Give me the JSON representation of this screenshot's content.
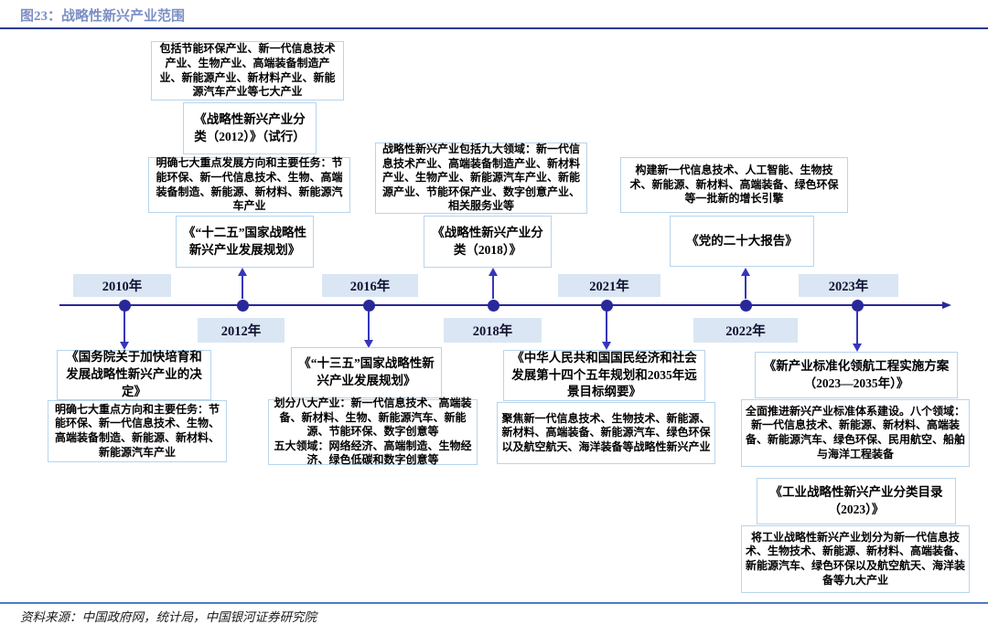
{
  "header": {
    "title": "图23：战略性新兴产业范围"
  },
  "footer": {
    "source": "资料来源：中国政府网，统计局，中国银河证券研究院"
  },
  "colors": {
    "header_rule": "#2b3990",
    "footer_rule": "#4c7cc0",
    "title_text": "#7c8fc5",
    "timeline": "#28289a",
    "arrow": "#3636bb",
    "year_label_bg": "#dae6f3",
    "box_border": "#b8d4ec"
  },
  "timeline": {
    "years": [
      {
        "label": "2010年",
        "side": "above"
      },
      {
        "label": "2012年",
        "side": "below"
      },
      {
        "label": "2016年",
        "side": "above"
      },
      {
        "label": "2018年",
        "side": "below"
      },
      {
        "label": "2021年",
        "side": "above"
      },
      {
        "label": "2022年",
        "side": "below"
      },
      {
        "label": "2023年",
        "side": "above"
      }
    ]
  },
  "columns": {
    "y2012": {
      "desc1": "包括节能环保产业、新一代信息技术产业、生物产业、高端装备制造产业、新能源产业、新材料产业、新能源汽车产业等七大产业",
      "title1": "《战略性新兴产业分类（2012）》（试行）",
      "desc2": "明确七大重点发展方向和主要任务：节能环保、新一代信息技术、生物、高端装备制造、新能源、新材料、新能源汽车产业",
      "title2": "《“十二五”国家战略性新兴产业发展规划》"
    },
    "y2018": {
      "desc": "战略性新兴产业包括九大领域：新一代信息技术产业、高端装备制造产业、新材料产业、生物产业、新能源汽车产业、新能源产业、节能环保产业、数字创意产业、相关服务业等",
      "title": "《战略性新兴产业分类（2018）》"
    },
    "y2022": {
      "desc": "构建新一代信息技术、人工智能、生物技术、新能源、新材料、高端装备、绿色环保等一批新的增长引擎",
      "title": "《党的二十大报告》"
    },
    "y2010": {
      "title": "《国务院关于加快培育和发展战略性新兴产业的决定》",
      "desc": "明确七大重点方向和主要任务：节能环保、新一代信息技术、生物、高端装备制造、新能源、新材料、新能源汽车产业"
    },
    "y2016": {
      "title": "《“十三五”国家战略性新兴产业发展规划》",
      "desc": "划分八大产业：新一代信息技术、高端装备、新材料、生物、新能源汽车、新能源、节能环保、数字创意等\n五大领域：网络经济、高端制造、生物经济、绿色低碳和数字创意等"
    },
    "y2021": {
      "title": "《中华人民共和国国民经济和社会发展第十四个五年规划和2035年远景目标纲要》",
      "desc": "聚焦新一代信息技术、生物技术、新能源、新材料、高端装备、新能源汽车、绿色环保以及航空航天、海洋装备等战略性新兴产业"
    },
    "y2023": {
      "title1": "《新产业标准化领航工程实施方案（2023—2035年）》",
      "desc1": "全面推进新兴产业标准体系建设。八个领域：新一代信息技术、新能源、新材料、高端装备、新能源汽车、绿色环保、民用航空、船舶与海洋工程装备",
      "title2": "《工业战略性新兴产业分类目录（2023）》",
      "desc2": "将工业战略性新兴产业划分为新一代信息技术、生物技术、新能源、新材料、高端装备、新能源汽车、绿色环保以及航空航天、海洋装备等九大产业"
    }
  }
}
